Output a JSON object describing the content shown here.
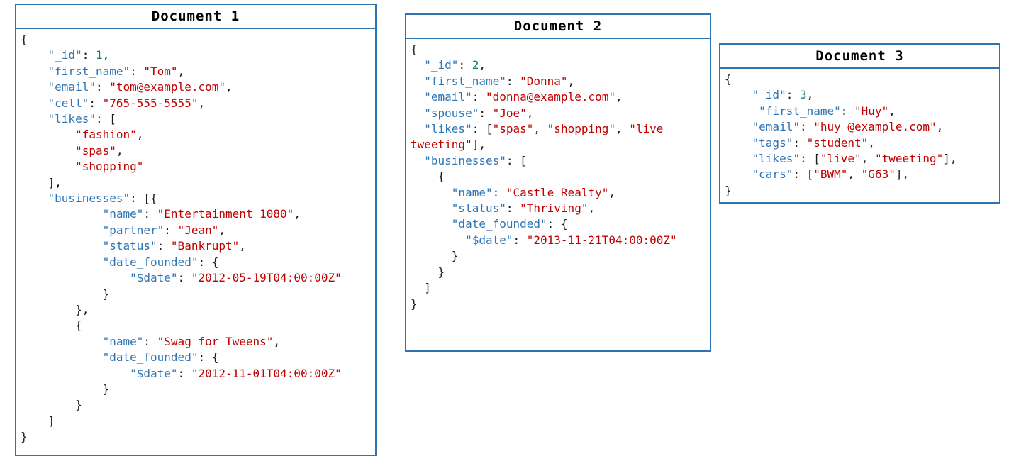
{
  "colors": {
    "border": "#2E74B5",
    "key": "#2E75B6",
    "string": "#C00000",
    "number": "#098658",
    "plain": "#1b1b1b",
    "title": "#000000",
    "background": "#ffffff"
  },
  "segment_classes": {
    "p": "plain",
    "k": "key",
    "s": "string-value",
    "n": "number-value"
  },
  "documents": [
    {
      "title": "Document 1",
      "lines": [
        [
          [
            "p",
            "{"
          ]
        ],
        [
          [
            "p",
            "    "
          ],
          [
            "k",
            "\"_id\""
          ],
          [
            "p",
            ": "
          ],
          [
            "n",
            "1"
          ],
          [
            "p",
            ","
          ]
        ],
        [
          [
            "p",
            "    "
          ],
          [
            "k",
            "\"first_name\""
          ],
          [
            "p",
            ": "
          ],
          [
            "s",
            "\"Tom\""
          ],
          [
            "p",
            ","
          ]
        ],
        [
          [
            "p",
            "    "
          ],
          [
            "k",
            "\"email\""
          ],
          [
            "p",
            ": "
          ],
          [
            "s",
            "\"tom@example.com\""
          ],
          [
            "p",
            ","
          ]
        ],
        [
          [
            "p",
            "    "
          ],
          [
            "k",
            "\"cell\""
          ],
          [
            "p",
            ": "
          ],
          [
            "s",
            "\"765-555-5555\""
          ],
          [
            "p",
            ","
          ]
        ],
        [
          [
            "p",
            "    "
          ],
          [
            "k",
            "\"likes\""
          ],
          [
            "p",
            ": ["
          ]
        ],
        [
          [
            "p",
            "        "
          ],
          [
            "s",
            "\"fashion\""
          ],
          [
            "p",
            ","
          ]
        ],
        [
          [
            "p",
            "        "
          ],
          [
            "s",
            "\"spas\""
          ],
          [
            "p",
            ","
          ]
        ],
        [
          [
            "p",
            "        "
          ],
          [
            "s",
            "\"shopping\""
          ]
        ],
        [
          [
            "p",
            "    ],"
          ]
        ],
        [
          [
            "p",
            "    "
          ],
          [
            "k",
            "\"businesses\""
          ],
          [
            "p",
            ": [{"
          ]
        ],
        [
          [
            "p",
            "            "
          ],
          [
            "k",
            "\"name\""
          ],
          [
            "p",
            ": "
          ],
          [
            "s",
            "\"Entertainment 1080\""
          ],
          [
            "p",
            ","
          ]
        ],
        [
          [
            "p",
            "            "
          ],
          [
            "k",
            "\"partner\""
          ],
          [
            "p",
            ": "
          ],
          [
            "s",
            "\"Jean\""
          ],
          [
            "p",
            ","
          ]
        ],
        [
          [
            "p",
            "            "
          ],
          [
            "k",
            "\"status\""
          ],
          [
            "p",
            ": "
          ],
          [
            "s",
            "\"Bankrupt\""
          ],
          [
            "p",
            ","
          ]
        ],
        [
          [
            "p",
            "            "
          ],
          [
            "k",
            "\"date_founded\""
          ],
          [
            "p",
            ": {"
          ]
        ],
        [
          [
            "p",
            "                "
          ],
          [
            "k",
            "\"$date\""
          ],
          [
            "p",
            ": "
          ],
          [
            "s",
            "\"2012-05-19T04:00:00Z\""
          ]
        ],
        [
          [
            "p",
            "            }"
          ]
        ],
        [
          [
            "p",
            "        },"
          ]
        ],
        [
          [
            "p",
            "        {"
          ]
        ],
        [
          [
            "p",
            "            "
          ],
          [
            "k",
            "\"name\""
          ],
          [
            "p",
            ": "
          ],
          [
            "s",
            "\"Swag for Tweens\""
          ],
          [
            "p",
            ","
          ]
        ],
        [
          [
            "p",
            "            "
          ],
          [
            "k",
            "\"date_founded\""
          ],
          [
            "p",
            ": {"
          ]
        ],
        [
          [
            "p",
            "                "
          ],
          [
            "k",
            "\"$date\""
          ],
          [
            "p",
            ": "
          ],
          [
            "s",
            "\"2012-11-01T04:00:00Z\""
          ]
        ],
        [
          [
            "p",
            "            }"
          ]
        ],
        [
          [
            "p",
            "        }"
          ]
        ],
        [
          [
            "p",
            "    ]"
          ]
        ],
        [
          [
            "p",
            "}"
          ]
        ]
      ]
    },
    {
      "title": "Document 2",
      "lines": [
        [
          [
            "p",
            "{"
          ]
        ],
        [
          [
            "p",
            "  "
          ],
          [
            "k",
            "\"_id\""
          ],
          [
            "p",
            ": "
          ],
          [
            "n",
            "2"
          ],
          [
            "p",
            ","
          ]
        ],
        [
          [
            "p",
            "  "
          ],
          [
            "k",
            "\"first_name\""
          ],
          [
            "p",
            ": "
          ],
          [
            "s",
            "\"Donna\""
          ],
          [
            "p",
            ","
          ]
        ],
        [
          [
            "p",
            "  "
          ],
          [
            "k",
            "\"email\""
          ],
          [
            "p",
            ": "
          ],
          [
            "s",
            "\"donna@example.com\""
          ],
          [
            "p",
            ","
          ]
        ],
        [
          [
            "p",
            "  "
          ],
          [
            "k",
            "\"spouse\""
          ],
          [
            "p",
            ": "
          ],
          [
            "s",
            "\"Joe\""
          ],
          [
            "p",
            ","
          ]
        ],
        [
          [
            "p",
            "  "
          ],
          [
            "k",
            "\"likes\""
          ],
          [
            "p",
            ": ["
          ],
          [
            "s",
            "\"spas\""
          ],
          [
            "p",
            ", "
          ],
          [
            "s",
            "\"shopping\""
          ],
          [
            "p",
            ", "
          ],
          [
            "s",
            "\"live"
          ]
        ],
        [
          [
            "s",
            "tweeting\""
          ],
          [
            "p",
            "],"
          ]
        ],
        [
          [
            "p",
            "  "
          ],
          [
            "k",
            "\"businesses\""
          ],
          [
            "p",
            ": ["
          ]
        ],
        [
          [
            "p",
            "    {"
          ]
        ],
        [
          [
            "p",
            "      "
          ],
          [
            "k",
            "\"name\""
          ],
          [
            "p",
            ": "
          ],
          [
            "s",
            "\"Castle Realty\""
          ],
          [
            "p",
            ","
          ]
        ],
        [
          [
            "p",
            "      "
          ],
          [
            "k",
            "\"status\""
          ],
          [
            "p",
            ": "
          ],
          [
            "s",
            "\"Thriving\""
          ],
          [
            "p",
            ","
          ]
        ],
        [
          [
            "p",
            "      "
          ],
          [
            "k",
            "\"date_founded\""
          ],
          [
            "p",
            ": {"
          ]
        ],
        [
          [
            "p",
            "        "
          ],
          [
            "k",
            "\"$date\""
          ],
          [
            "p",
            ": "
          ],
          [
            "s",
            "\"2013-11-21T04:00:00Z\""
          ]
        ],
        [
          [
            "p",
            "      }"
          ]
        ],
        [
          [
            "p",
            "    }"
          ]
        ],
        [
          [
            "p",
            "  ]"
          ]
        ],
        [
          [
            "p",
            "}"
          ]
        ]
      ]
    },
    {
      "title": "Document 3",
      "lines": [
        [
          [
            "p",
            "{"
          ]
        ],
        [
          [
            "p",
            "    "
          ],
          [
            "k",
            "\"_id\""
          ],
          [
            "p",
            ": "
          ],
          [
            "n",
            "3"
          ],
          [
            "p",
            ","
          ]
        ],
        [
          [
            "p",
            "     "
          ],
          [
            "k",
            "\"first_name\""
          ],
          [
            "p",
            ": "
          ],
          [
            "s",
            "\"Huy\""
          ],
          [
            "p",
            ","
          ]
        ],
        [
          [
            "p",
            "    "
          ],
          [
            "k",
            "\"email\""
          ],
          [
            "p",
            ": "
          ],
          [
            "s",
            "\"huy @example.com\""
          ],
          [
            "p",
            ","
          ]
        ],
        [
          [
            "p",
            "    "
          ],
          [
            "k",
            "\"tags\""
          ],
          [
            "p",
            ": "
          ],
          [
            "s",
            "\"student\""
          ],
          [
            "p",
            ","
          ]
        ],
        [
          [
            "p",
            "    "
          ],
          [
            "k",
            "\"likes\""
          ],
          [
            "p",
            ": ["
          ],
          [
            "s",
            "\"live\""
          ],
          [
            "p",
            ", "
          ],
          [
            "s",
            "\"tweeting\""
          ],
          [
            "p",
            "],"
          ]
        ],
        [
          [
            "p",
            "    "
          ],
          [
            "k",
            "\"cars\""
          ],
          [
            "p",
            ": ["
          ],
          [
            "s",
            "\"BWM\""
          ],
          [
            "p",
            ", "
          ],
          [
            "s",
            "\"G63\""
          ],
          [
            "p",
            "],"
          ]
        ],
        [
          [
            "p",
            "}"
          ]
        ]
      ]
    }
  ]
}
